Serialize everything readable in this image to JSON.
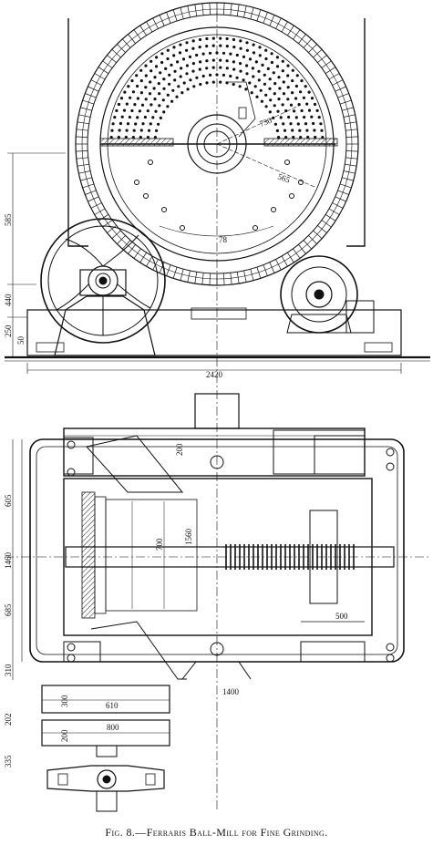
{
  "caption": "Fig. 8.—Ferraris Ball-Mill for Fine Grinding.",
  "elevation_dims": {
    "d_730": "730",
    "d_565r": "565",
    "d_78": "78",
    "d_585": "585",
    "d_440": "440",
    "d_250": "250",
    "d_50": "50",
    "d_2420": "2420"
  },
  "plan_dims": {
    "d_200": "200",
    "d_605": "605",
    "d_1460": "1460",
    "d_685": "685",
    "d_700": "700",
    "d_1560": "1560",
    "d_500": "500",
    "d_310": "310",
    "d_1400": "1400",
    "d_300": "300",
    "d_610": "610",
    "d_202": "202",
    "d_200b": "200",
    "d_800": "800",
    "d_335": "335"
  }
}
